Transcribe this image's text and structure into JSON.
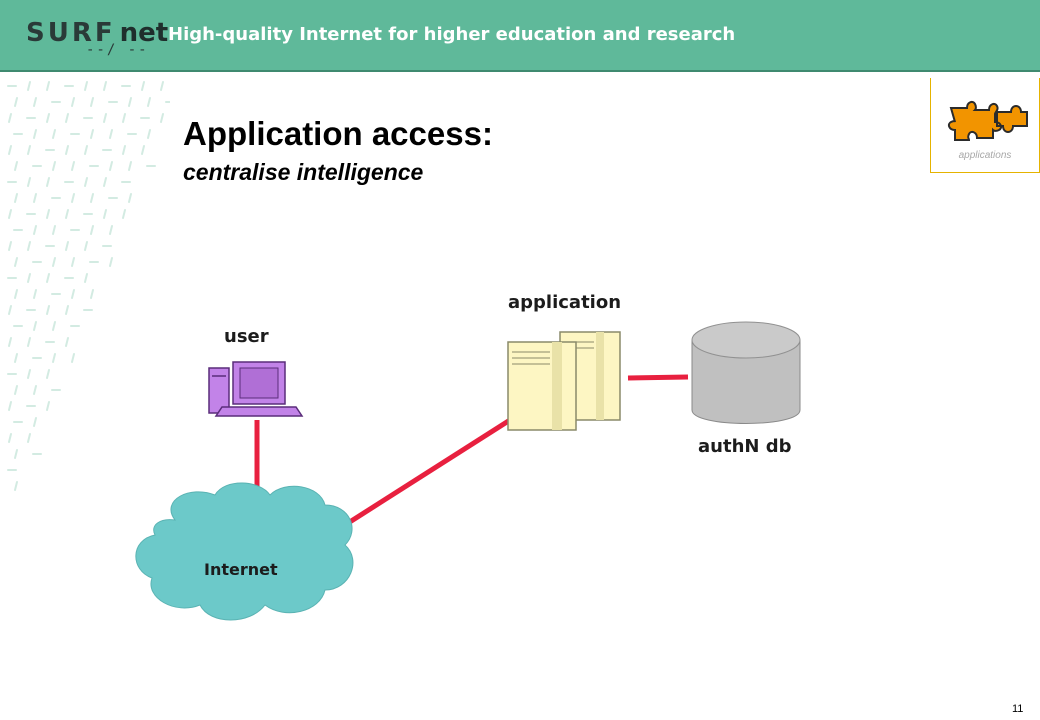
{
  "header": {
    "logo_main": "SURF",
    "logo_suffix": "net",
    "tagline": "High-quality Internet for higher education and research"
  },
  "slide": {
    "title": "Application access:",
    "subtitle": "centralise intelligence",
    "page_number": "11"
  },
  "badge": {
    "label": "applications",
    "icon": "puzzle-icon",
    "color": "#f29400"
  },
  "diagram": {
    "nodes": {
      "user": "user",
      "application": "application",
      "db": "authN db",
      "internet": "Internet"
    },
    "colors": {
      "link": "#e8203f",
      "cloud": "#6cc9c9",
      "computer": "#c283e8",
      "server": "#fdf6c3",
      "database": "#c0c0c0",
      "header": "#5fb99a"
    }
  }
}
